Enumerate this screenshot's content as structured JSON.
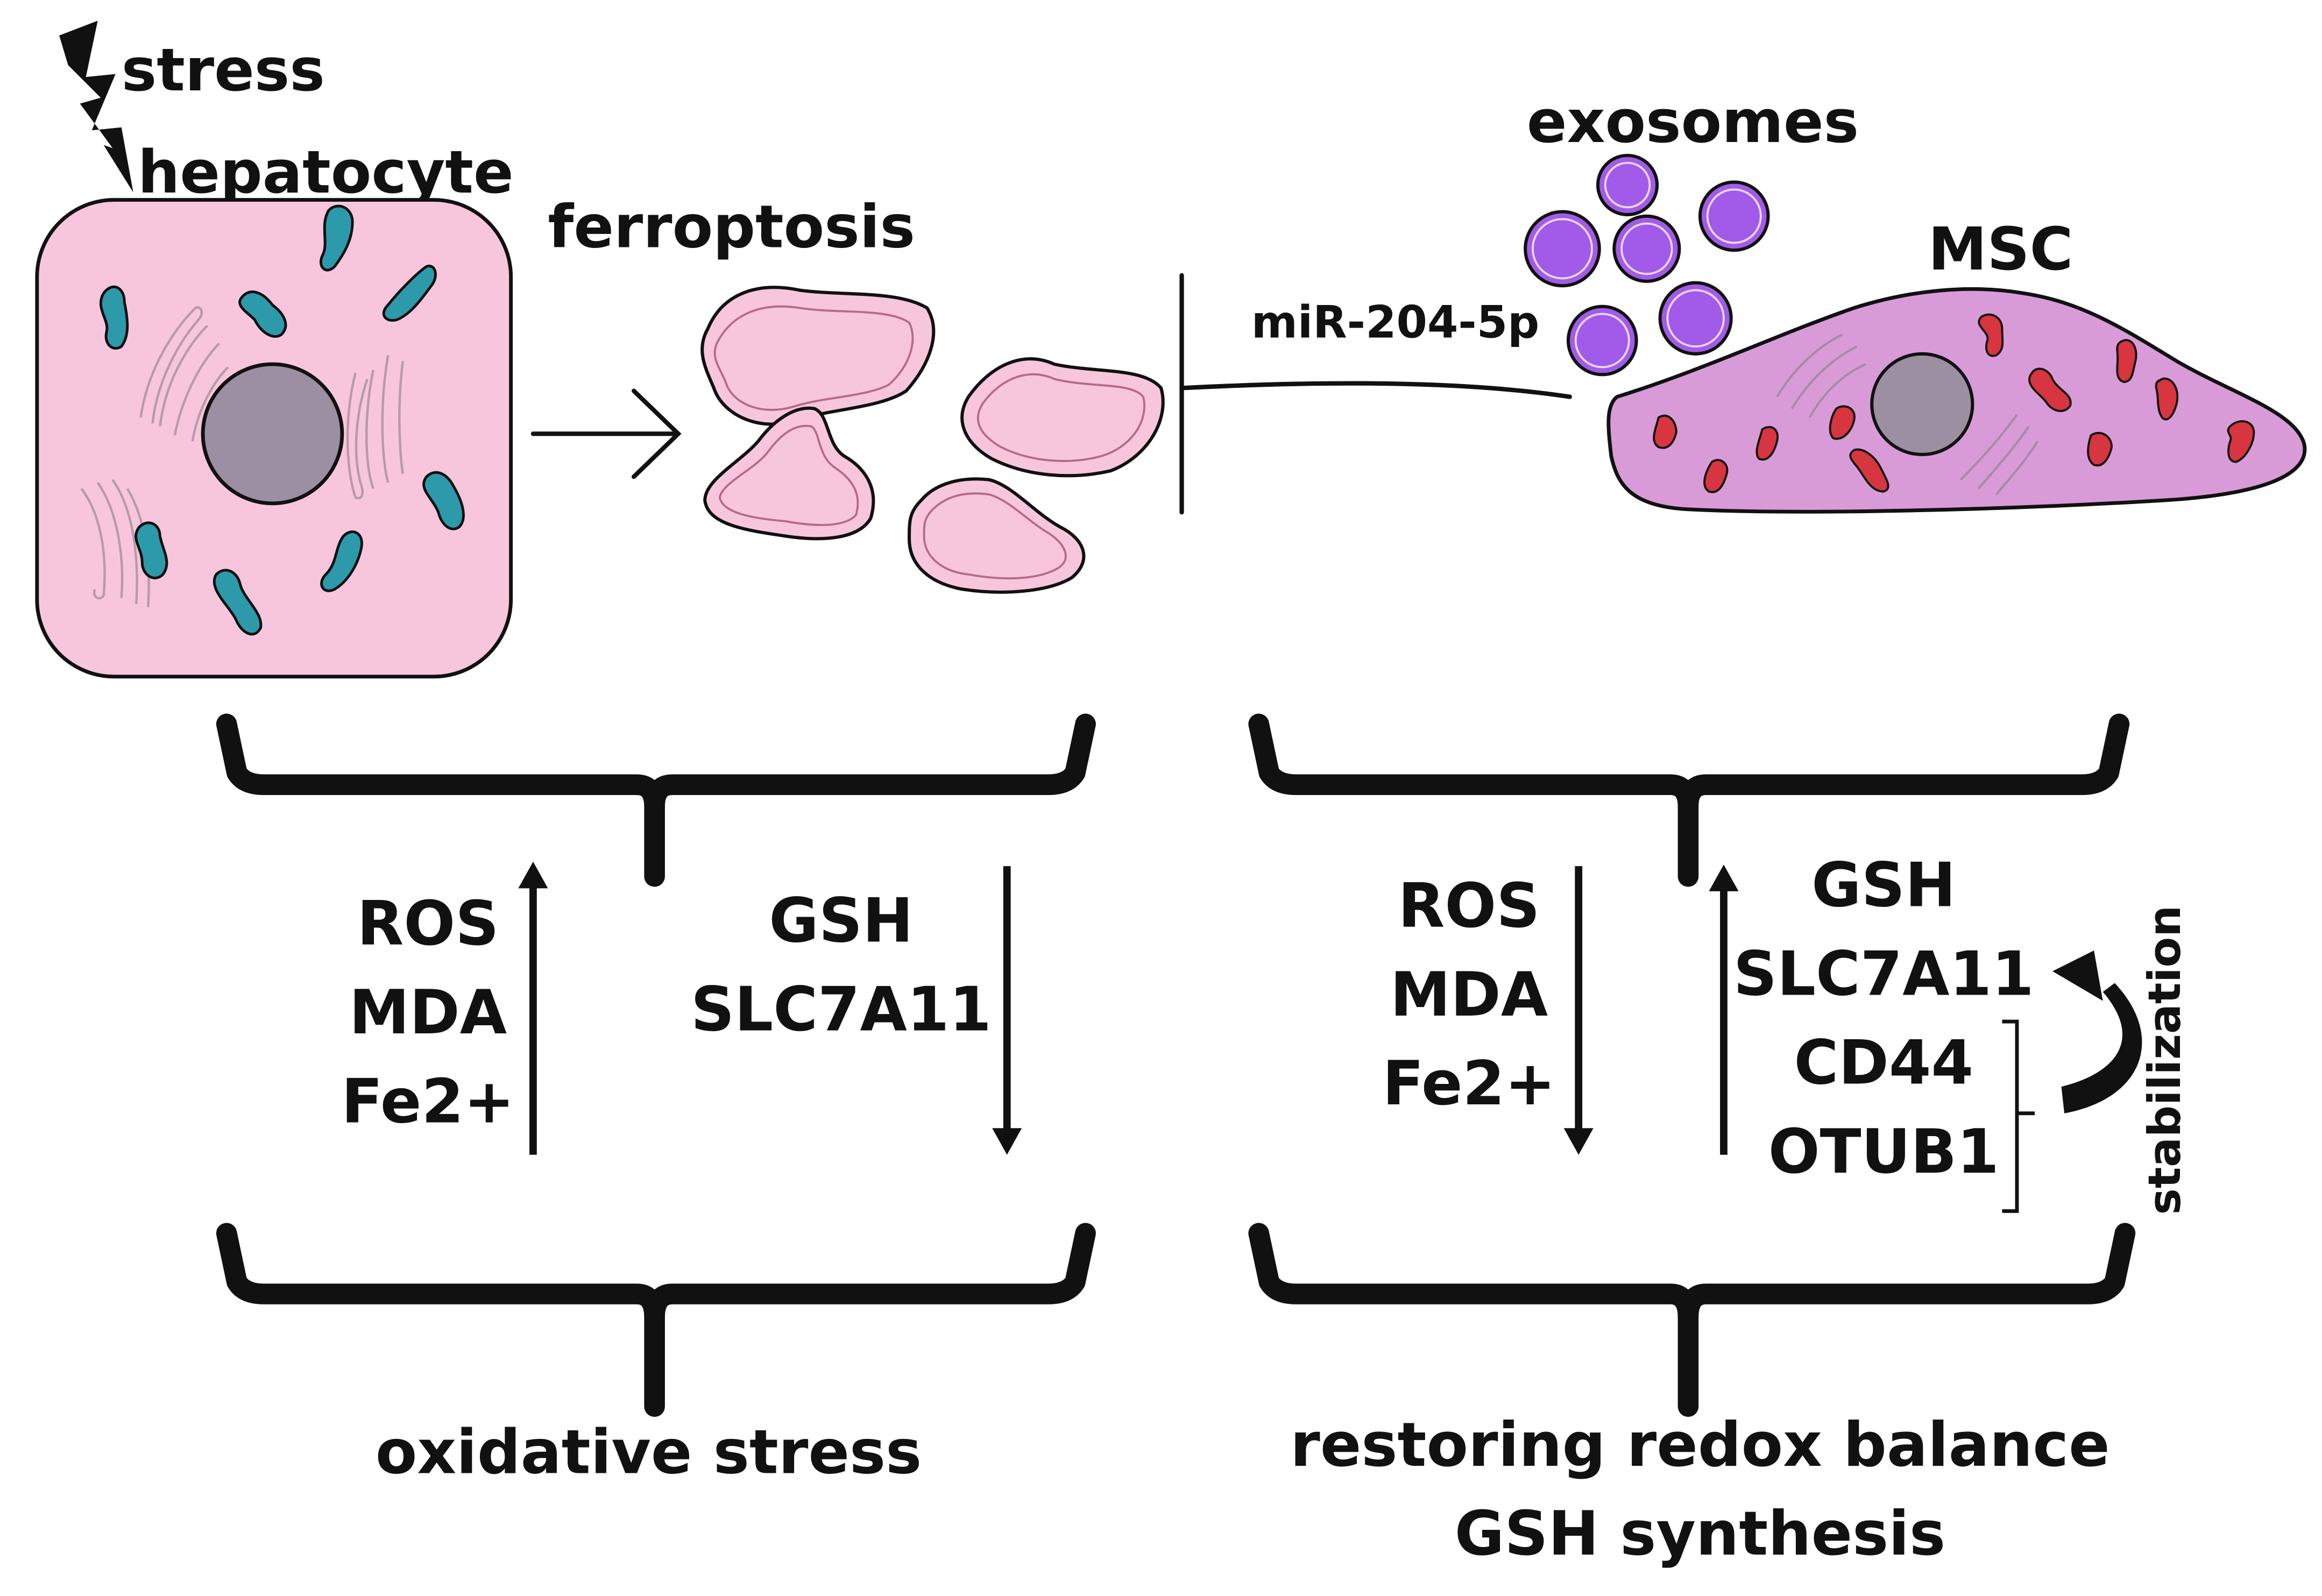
{
  "labels": {
    "stress": "stress",
    "hepatocyte": "hepatocyte",
    "ferroptosis": "ferroptosis",
    "exosomes": "exosomes",
    "msc": "MSC",
    "mirna": "miR-204-5p",
    "stabilization": "stabilization"
  },
  "left_panel": {
    "up_markers": [
      "ROS",
      "MDA",
      "Fe2+"
    ],
    "down_markers": [
      "GSH",
      "SLC7A11"
    ],
    "outcome": "oxidative stress"
  },
  "right_panel": {
    "down_markers": [
      "ROS",
      "MDA",
      "Fe2+"
    ],
    "up_markers": [
      "GSH",
      "SLC7A11"
    ],
    "complex_markers": [
      "CD44",
      "OTUB1"
    ],
    "outcome_lines": [
      "restoring redox balance",
      "GSH synthesis"
    ]
  },
  "colors": {
    "hepatocyte_fill": "#f7c6dd",
    "nucleus_fill": "#9c8fa1",
    "mitochondria_hepatocyte": "#2c9aaa",
    "msc_fill": "#d89bd8",
    "mitochondria_msc": "#d7353f",
    "exosome_fill": "#a25be8",
    "fragment_fill": "#f7c6dd",
    "ink": "#111111"
  },
  "icons": {
    "stress": "lightning-bolt-icon"
  }
}
